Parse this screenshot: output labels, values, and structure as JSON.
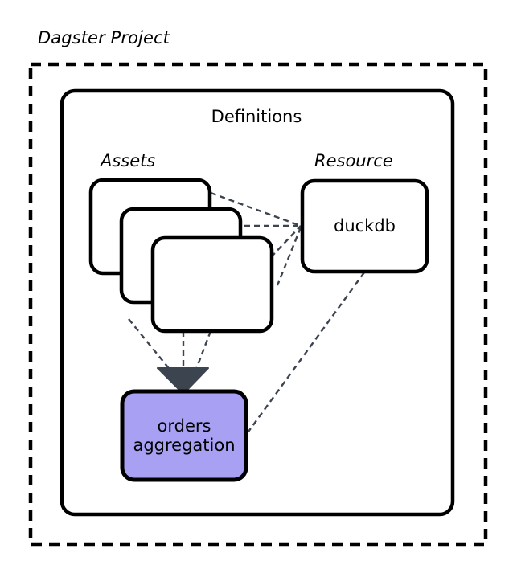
{
  "diagram": {
    "title": "Dagster Project",
    "container": {
      "label": "Definitions"
    },
    "sections": [
      {
        "id": "assets",
        "label": "Assets"
      },
      {
        "id": "resource",
        "label": "Resource"
      }
    ],
    "nodes": [
      {
        "id": "asset-card-1",
        "label": "",
        "fill": "#FFFFFF",
        "stroke": "#000000"
      },
      {
        "id": "asset-card-2",
        "label": "",
        "fill": "#FFFFFF",
        "stroke": "#000000"
      },
      {
        "id": "asset-card-3",
        "label": "",
        "fill": "#FFFFFF",
        "stroke": "#000000"
      },
      {
        "id": "duckdb",
        "label": "duckdb",
        "fill": "#FFFFFF",
        "stroke": "#000000"
      },
      {
        "id": "orders-aggregation",
        "label_line1": "orders",
        "label_line2": "aggregation",
        "fill": "#A7A0F3",
        "stroke": "#000000"
      }
    ],
    "colors": {
      "outline": "#000000",
      "connector": "#3C4450",
      "arrowhead": "#3C4450",
      "node_purple": "#A7A0F3",
      "background": "#FFFFFF"
    },
    "edges": [
      {
        "from": "asset-card-1",
        "to": "duckdb",
        "style": "dashed"
      },
      {
        "from": "asset-card-2",
        "to": "duckdb",
        "style": "dashed"
      },
      {
        "from": "asset-card-3",
        "to": "duckdb",
        "style": "dashed"
      },
      {
        "from": "asset-card-1",
        "to": "orders-aggregation",
        "style": "dashed"
      },
      {
        "from": "asset-card-2",
        "to": "orders-aggregation",
        "style": "dashed"
      },
      {
        "from": "asset-card-3",
        "to": "orders-aggregation",
        "style": "dashed"
      },
      {
        "from": "duckdb",
        "to": "orders-aggregation",
        "style": "dashed"
      }
    ]
  }
}
